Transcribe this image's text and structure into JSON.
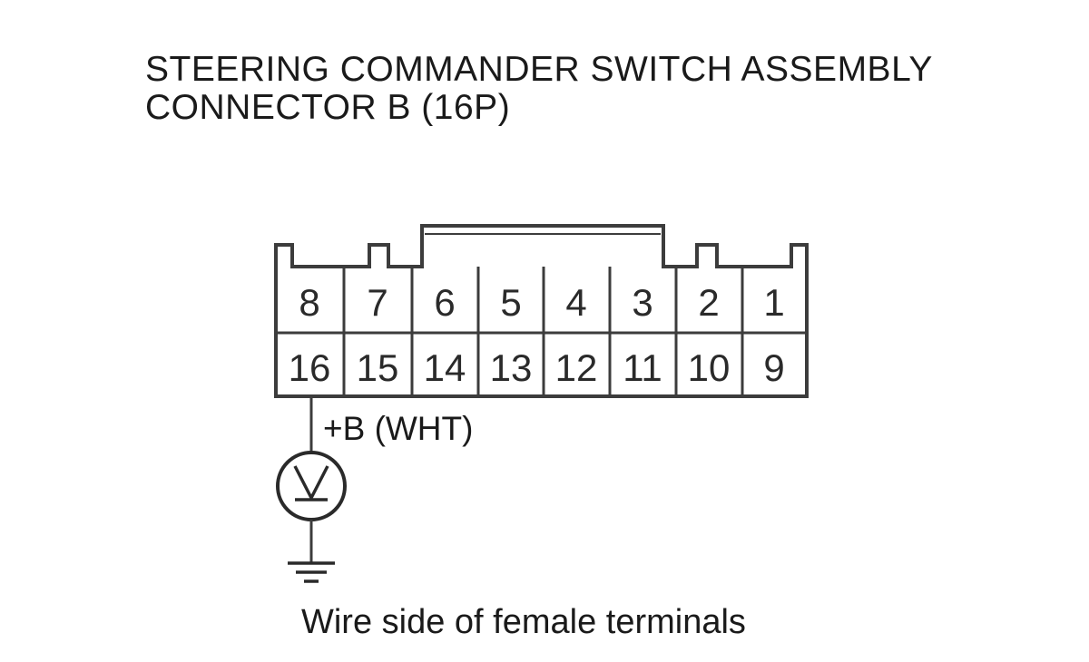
{
  "title": {
    "line1": "STEERING COMMANDER SWITCH ASSEMBLY",
    "line2": "CONNECTOR B (16P)"
  },
  "connector": {
    "top_row": [
      "8",
      "7",
      "6",
      "5",
      "4",
      "3",
      "2",
      "1"
    ],
    "bottom_row": [
      "16",
      "15",
      "14",
      "13",
      "12",
      "11",
      "10",
      "9"
    ]
  },
  "wire_label": "+B (WHT)",
  "meter_icon": "voltmeter-icon",
  "ground_icon": "ground-icon",
  "caption": "Wire side of female terminals"
}
